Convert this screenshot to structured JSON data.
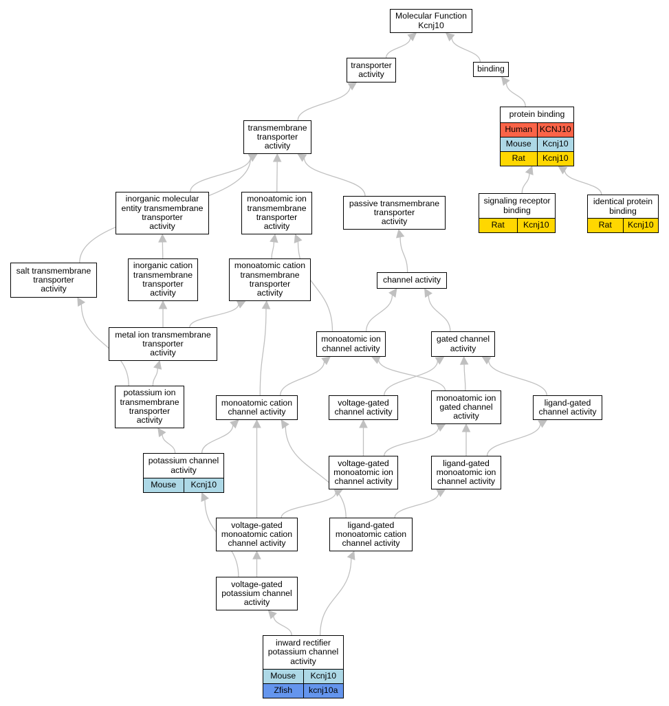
{
  "colors": {
    "edge": "#c0c0c0",
    "human": "#fa6448",
    "mouse": "#add8e6",
    "rat": "#ffd700",
    "zfish": "#6495ed"
  },
  "nodes": [
    {
      "id": "mf",
      "label": "Molecular Function\nKcnj10",
      "rows": []
    },
    {
      "id": "transporter",
      "label": "transporter\nactivity",
      "rows": []
    },
    {
      "id": "binding",
      "label": "binding",
      "rows": []
    },
    {
      "id": "protein_binding",
      "label": "protein binding",
      "rows": [
        {
          "species": "Human",
          "gene": "KCNJ10",
          "color": "human"
        },
        {
          "species": "Mouse",
          "gene": "Kcnj10",
          "color": "mouse"
        },
        {
          "species": "Rat",
          "gene": "Kcnj10",
          "color": "rat"
        }
      ]
    },
    {
      "id": "tm_transporter",
      "label": "transmembrane\ntransporter\nactivity",
      "rows": []
    },
    {
      "id": "inorg_mol",
      "label": "inorganic molecular\nentity transmembrane\ntransporter\nactivity",
      "rows": []
    },
    {
      "id": "mono_ion_tm",
      "label": "monoatomic ion\ntransmembrane\ntransporter\nactivity",
      "rows": []
    },
    {
      "id": "passive",
      "label": "passive transmembrane\ntransporter\nactivity",
      "rows": []
    },
    {
      "id": "signaling",
      "label": "signaling receptor\nbinding",
      "rows": [
        {
          "species": "Rat",
          "gene": "Kcnj10",
          "color": "rat"
        }
      ]
    },
    {
      "id": "identical",
      "label": "identical protein\nbinding",
      "rows": [
        {
          "species": "Rat",
          "gene": "Kcnj10",
          "color": "rat"
        }
      ]
    },
    {
      "id": "salt",
      "label": "salt transmembrane\ntransporter\nactivity",
      "rows": []
    },
    {
      "id": "inorg_cation",
      "label": "inorganic cation\ntransmembrane\ntransporter\nactivity",
      "rows": []
    },
    {
      "id": "mono_cation_tm",
      "label": "monoatomic cation\ntransmembrane\ntransporter\nactivity",
      "rows": []
    },
    {
      "id": "channel",
      "label": "channel activity",
      "rows": []
    },
    {
      "id": "metal_ion",
      "label": "metal ion transmembrane\ntransporter\nactivity",
      "rows": []
    },
    {
      "id": "mono_ion_channel",
      "label": "monoatomic ion\nchannel activity",
      "rows": []
    },
    {
      "id": "gated_channel",
      "label": "gated channel\nactivity",
      "rows": []
    },
    {
      "id": "potassium_tm",
      "label": "potassium ion\ntransmembrane\ntransporter\nactivity",
      "rows": []
    },
    {
      "id": "mono_cation_channel",
      "label": "monoatomic cation\nchannel activity",
      "rows": []
    },
    {
      "id": "vg_channel",
      "label": "voltage-gated\nchannel activity",
      "rows": []
    },
    {
      "id": "mono_ion_gated",
      "label": "monoatomic ion\ngated channel\nactivity",
      "rows": []
    },
    {
      "id": "lg_channel",
      "label": "ligand-gated\nchannel activity",
      "rows": []
    },
    {
      "id": "potassium_channel",
      "label": "potassium channel\nactivity",
      "rows": [
        {
          "species": "Mouse",
          "gene": "Kcnj10",
          "color": "mouse"
        }
      ]
    },
    {
      "id": "vg_mono_ion",
      "label": "voltage-gated\nmonoatomic ion\nchannel activity",
      "rows": []
    },
    {
      "id": "lg_mono_ion",
      "label": "ligand-gated\nmonoatomic ion\nchannel activity",
      "rows": []
    },
    {
      "id": "vg_mono_cation",
      "label": "voltage-gated\nmonoatomic cation\nchannel activity",
      "rows": []
    },
    {
      "id": "lg_mono_cation",
      "label": "ligand-gated\nmonoatomic cation\nchannel activity",
      "rows": []
    },
    {
      "id": "vg_potassium",
      "label": "voltage-gated\npotassium channel\nactivity",
      "rows": []
    },
    {
      "id": "inward",
      "label": "inward rectifier\npotassium channel\nactivity",
      "rows": [
        {
          "species": "Mouse",
          "gene": "Kcnj10",
          "color": "mouse"
        },
        {
          "species": "Zfish",
          "gene": "kcnj10a",
          "color": "zfish"
        }
      ]
    }
  ],
  "edges": [
    [
      "transporter",
      "mf"
    ],
    [
      "binding",
      "mf"
    ],
    [
      "protein_binding",
      "binding"
    ],
    [
      "tm_transporter",
      "transporter"
    ],
    [
      "inorg_mol",
      "tm_transporter"
    ],
    [
      "mono_ion_tm",
      "tm_transporter"
    ],
    [
      "passive",
      "tm_transporter"
    ],
    [
      "salt",
      "tm_transporter"
    ],
    [
      "signaling",
      "protein_binding"
    ],
    [
      "identical",
      "protein_binding"
    ],
    [
      "inorg_cation",
      "inorg_mol"
    ],
    [
      "mono_cation_tm",
      "mono_ion_tm"
    ],
    [
      "mono_ion_channel",
      "mono_ion_tm"
    ],
    [
      "channel",
      "passive"
    ],
    [
      "metal_ion",
      "inorg_cation"
    ],
    [
      "metal_ion",
      "mono_cation_tm"
    ],
    [
      "mono_ion_channel",
      "channel"
    ],
    [
      "gated_channel",
      "channel"
    ],
    [
      "potassium_tm",
      "metal_ion"
    ],
    [
      "potassium_tm",
      "salt"
    ],
    [
      "mono_cation_channel",
      "mono_cation_tm"
    ],
    [
      "mono_cation_channel",
      "mono_ion_channel"
    ],
    [
      "mono_ion_gated",
      "mono_ion_channel"
    ],
    [
      "mono_ion_gated",
      "gated_channel"
    ],
    [
      "vg_channel",
      "gated_channel"
    ],
    [
      "lg_channel",
      "gated_channel"
    ],
    [
      "potassium_channel",
      "potassium_tm"
    ],
    [
      "potassium_channel",
      "mono_cation_channel"
    ],
    [
      "vg_mono_ion",
      "vg_channel"
    ],
    [
      "vg_mono_ion",
      "mono_ion_gated"
    ],
    [
      "lg_mono_ion",
      "mono_ion_gated"
    ],
    [
      "lg_mono_ion",
      "lg_channel"
    ],
    [
      "vg_mono_cation",
      "mono_cation_channel"
    ],
    [
      "vg_mono_cation",
      "vg_mono_ion"
    ],
    [
      "lg_mono_cation",
      "mono_cation_channel"
    ],
    [
      "lg_mono_cation",
      "lg_mono_ion"
    ],
    [
      "vg_potassium",
      "vg_mono_cation"
    ],
    [
      "vg_potassium",
      "potassium_channel"
    ],
    [
      "inward",
      "vg_potassium"
    ],
    [
      "inward",
      "lg_mono_cation"
    ]
  ]
}
